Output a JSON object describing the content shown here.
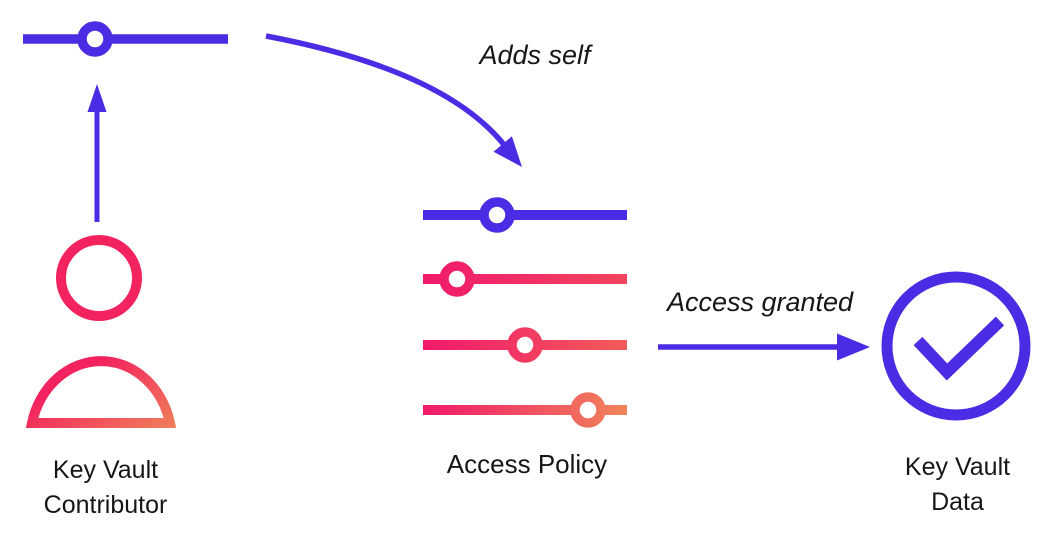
{
  "diagram": {
    "type": "flow-diagram",
    "background": "#FFFFFF",
    "colors": {
      "blue": "#4B2BE3",
      "pink": "#F1196B",
      "rose": "#F2455F",
      "coral": "#F25B59",
      "salmon": "#F0745A",
      "orange": "#F0845A",
      "head_pink": "#F2235E",
      "text": "#161616",
      "background": "#FFFFFF"
    },
    "nodes": {
      "key_vault_contributor": {
        "icon": "person-icon",
        "label_line1": "Key Vault",
        "label_line2": "Contributor"
      },
      "role_slider": {
        "icon": "slider-icon",
        "knob_position": "left-third"
      },
      "access_policy": {
        "icon": "sliders-icon",
        "label": "Access Policy",
        "sliders": [
          {
            "color": "blue",
            "knob_position": "center-left"
          },
          {
            "color": "pink",
            "knob_position": "left"
          },
          {
            "color": "pink-coral",
            "knob_position": "center"
          },
          {
            "color": "pink-orange",
            "knob_position": "right"
          }
        ]
      },
      "key_vault_data": {
        "icon": "check-circle-icon",
        "label_line1": "Key Vault",
        "label_line2": "Data"
      }
    },
    "edges": [
      {
        "from": "key_vault_contributor",
        "to": "role_slider",
        "label": "",
        "style": "straight-up-arrow"
      },
      {
        "from": "role_slider",
        "to": "access_policy",
        "label": "Adds self",
        "style": "curved-arrow"
      },
      {
        "from": "access_policy",
        "to": "key_vault_data",
        "label": "Access granted",
        "style": "straight-right-arrow"
      }
    ]
  }
}
